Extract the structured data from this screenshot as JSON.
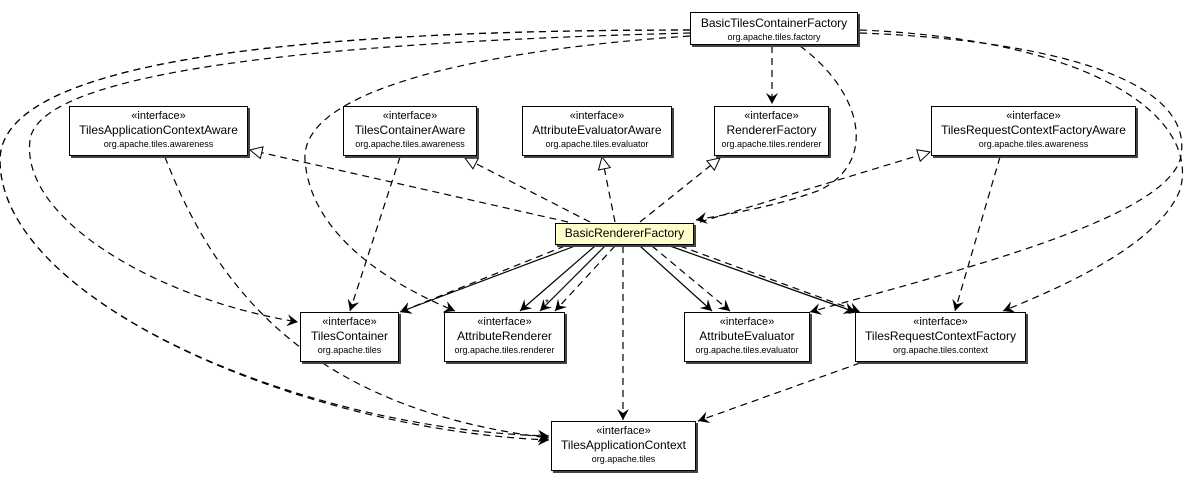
{
  "diagram": {
    "type": "UML class dependency diagram",
    "nodes": [
      {
        "id": "btcf",
        "stereotype": "",
        "name": "BasicTilesContainerFactory",
        "package": "org.apache.tiles.factory",
        "highlighted": false
      },
      {
        "id": "taca",
        "stereotype": "«interface»",
        "name": "TilesApplicationContextAware",
        "package": "org.apache.tiles.awareness",
        "highlighted": false
      },
      {
        "id": "tca",
        "stereotype": "«interface»",
        "name": "TilesContainerAware",
        "package": "org.apache.tiles.awareness",
        "highlighted": false
      },
      {
        "id": "aea",
        "stereotype": "«interface»",
        "name": "AttributeEvaluatorAware",
        "package": "org.apache.tiles.evaluator",
        "highlighted": false
      },
      {
        "id": "rf",
        "stereotype": "«interface»",
        "name": "RendererFactory",
        "package": "org.apache.tiles.renderer",
        "highlighted": false
      },
      {
        "id": "trcfa",
        "stereotype": "«interface»",
        "name": "TilesRequestContextFactoryAware",
        "package": "org.apache.tiles.awareness",
        "highlighted": false
      },
      {
        "id": "brf",
        "stereotype": "",
        "name": "BasicRendererFactory",
        "package": "",
        "highlighted": true
      },
      {
        "id": "tc",
        "stereotype": "«interface»",
        "name": "TilesContainer",
        "package": "org.apache.tiles",
        "highlighted": false
      },
      {
        "id": "ar",
        "stereotype": "«interface»",
        "name": "AttributeRenderer",
        "package": "org.apache.tiles.renderer",
        "highlighted": false
      },
      {
        "id": "ae",
        "stereotype": "«interface»",
        "name": "AttributeEvaluator",
        "package": "org.apache.tiles.evaluator",
        "highlighted": false
      },
      {
        "id": "trcf",
        "stereotype": "«interface»",
        "name": "TilesRequestContextFactory",
        "package": "org.apache.tiles.context",
        "highlighted": false
      },
      {
        "id": "tac",
        "stereotype": "«interface»",
        "name": "TilesApplicationContext",
        "package": "org.apache.tiles",
        "highlighted": false
      }
    ],
    "edges": [
      {
        "from": "brf",
        "to": "taca",
        "kind": "realization"
      },
      {
        "from": "brf",
        "to": "tca",
        "kind": "realization"
      },
      {
        "from": "brf",
        "to": "aea",
        "kind": "realization"
      },
      {
        "from": "brf",
        "to": "rf",
        "kind": "realization"
      },
      {
        "from": "brf",
        "to": "trcfa",
        "kind": "realization"
      },
      {
        "from": "btcf",
        "to": "rf",
        "kind": "dependency"
      },
      {
        "from": "btcf",
        "to": "brf",
        "kind": "dependency"
      },
      {
        "from": "btcf",
        "to": "tc",
        "kind": "dependency"
      },
      {
        "from": "btcf",
        "to": "ar",
        "kind": "dependency"
      },
      {
        "from": "btcf",
        "to": "tac",
        "kind": "dependency"
      },
      {
        "from": "btcf",
        "to": "tac",
        "kind": "dependency"
      },
      {
        "from": "btcf",
        "to": "ae",
        "kind": "dependency"
      },
      {
        "from": "btcf",
        "to": "trcf",
        "kind": "dependency"
      },
      {
        "from": "brf",
        "to": "tc",
        "kind": "association"
      },
      {
        "from": "brf",
        "to": "tc",
        "kind": "dependency"
      },
      {
        "from": "brf",
        "to": "ar",
        "kind": "association"
      },
      {
        "from": "brf",
        "to": "ar",
        "kind": "association"
      },
      {
        "from": "brf",
        "to": "ar",
        "kind": "dependency"
      },
      {
        "from": "brf",
        "to": "ae",
        "kind": "association"
      },
      {
        "from": "brf",
        "to": "ae",
        "kind": "dependency"
      },
      {
        "from": "brf",
        "to": "trcf",
        "kind": "association"
      },
      {
        "from": "brf",
        "to": "trcf",
        "kind": "dependency"
      },
      {
        "from": "brf",
        "to": "tac",
        "kind": "dependency"
      },
      {
        "from": "tca",
        "to": "tc",
        "kind": "dependency"
      },
      {
        "from": "taca",
        "to": "tac",
        "kind": "dependency"
      },
      {
        "from": "trcfa",
        "to": "trcf",
        "kind": "dependency"
      },
      {
        "from": "trcf",
        "to": "tac",
        "kind": "dependency"
      }
    ],
    "multiplicity_label": "*"
  }
}
